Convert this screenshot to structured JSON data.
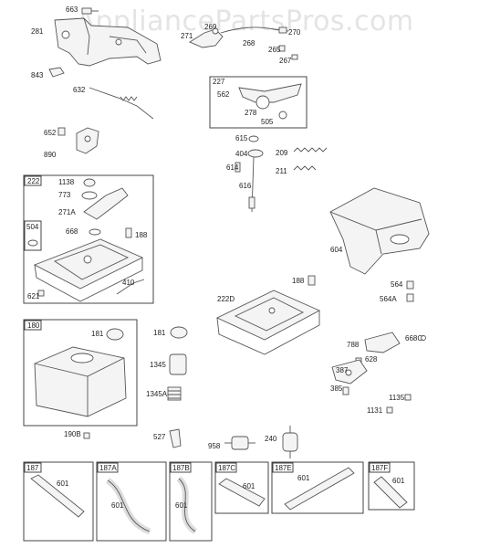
{
  "watermark": "AppliancePartsPros.com",
  "labels": {
    "l663": "663",
    "l281": "281",
    "l271": "271",
    "l269": "269",
    "l270": "270",
    "l268": "268",
    "l265": "265",
    "l267": "267",
    "l843": "843",
    "l632": "632",
    "l227": "227",
    "l562": "562",
    "l278": "278",
    "l505": "505",
    "l652": "652",
    "l890": "890",
    "l615": "615",
    "l404": "404",
    "l209": "209",
    "l614": "614",
    "l211": "211",
    "l616": "616",
    "l222": "222",
    "l1138": "1138",
    "l773": "773",
    "l271A": "271A",
    "l668": "668",
    "l188a": "188",
    "l504": "504",
    "l410": "410",
    "l621": "621",
    "l604": "604",
    "l188b": "188",
    "l222D": "222D",
    "l564": "564",
    "l564A": "564A",
    "l180": "180",
    "l181a": "181",
    "l181b": "181",
    "l1345": "1345",
    "l1345A": "1345A",
    "l788": "788",
    "l668C": "668C",
    "l628": "628",
    "l387": "387",
    "l385": "385",
    "l1135": "1135",
    "l1131": "1131",
    "l190B": "190B",
    "l527": "527",
    "l958": "958",
    "l240": "240",
    "l187": "187",
    "l187A": "187A",
    "l187B": "187B",
    "l187C": "187C",
    "l187E": "187E",
    "l187F": "187F",
    "l601a": "601",
    "l601b": "601",
    "l601c": "601",
    "l601d": "601",
    "l601e": "601",
    "l601f": "601"
  }
}
